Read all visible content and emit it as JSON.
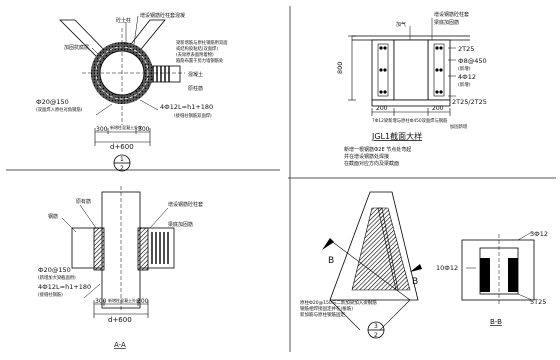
{
  "p1": {
    "top_label_a": "砼土柱",
    "top_label_b": "增设钢筋砼柱套混凝",
    "left_label": "加固抗腐层",
    "note_1": "梁新增筋与原柱钢筋用双面",
    "note_2": "或结构胶粘结(双面焊)",
    "note_3": "(去除原表面附着物)",
    "note_4": "箍筋布置于剪力墙钢筋处",
    "right_label_a": "混凝土",
    "right_label_b": "原柱筋",
    "left_rebar": "Ф20@150",
    "left_rebar_sub": "(双面焊入原柱对角钢筋)",
    "right_rebar": "4Ф12L=h1+180",
    "right_rebar_sub": "(接缝柱钢筋双面焊)",
    "dim_300": "300",
    "dim_total": "d+600",
    "band_note": "新增柱混凝土外皮",
    "sec_num": "1",
    "sec_den": "2"
  },
  "p2": {
    "top_label_a": "加气",
    "top_label_b": "增设钢筋砼柱套",
    "top_label_c": "梁底加固筋",
    "dim_800": "800",
    "r_2t25": "2T25",
    "r_stirrup": "Ф8@450",
    "r_stirrup2": "(新增)",
    "r_4t12": "4Ф12",
    "r_note": "(新增)",
    "r_2t25b": "2T25/2T25",
    "dim_200a": "200",
    "dim_200b": "200",
    "under_note": "7Ф12梁新增与原柱Ф450双面焊与钢筋",
    "under_note2": "加固新增",
    "title": "JGL1截面大样",
    "text_1": "新增一根钢筋Ф2E 节点处弯起",
    "text_2": "并在增设钢筋处焊接",
    "text_3": "在截面对应方向及梁截面"
  },
  "p3": {
    "left_label_a": "原有筋",
    "left_label_b": "钢筋",
    "right_label_a": "增设钢筋砼柱套",
    "right_label_b": "梁底加固筋",
    "left_rebar": "Ф20@150",
    "left_rebar_sub": "(新增加大梁截面用)",
    "left_rebar2": "4Ф12L=h1+180",
    "left_rebar2_sub": "(接缝柱钢筋)",
    "dim_300": "300",
    "dim_total": "d+600",
    "band_note": "新增柱混凝土外皮",
    "title": "A-A"
  },
  "p4": {
    "b_left": "B",
    "b_right": "B",
    "note_1": "原柱Ф20@150与二新加梁加入梁钢筋",
    "note_2": "钢筋相焊接固定并在(植筋)",
    "note_3": "新加筋与原柱钢筋固定",
    "sec_num": "3",
    "sec_den": "2"
  },
  "p5": {
    "r_3t12": "3Ф12",
    "r_10t12": "10Ф12",
    "r_5t25": "5T25",
    "title": "B-B"
  }
}
